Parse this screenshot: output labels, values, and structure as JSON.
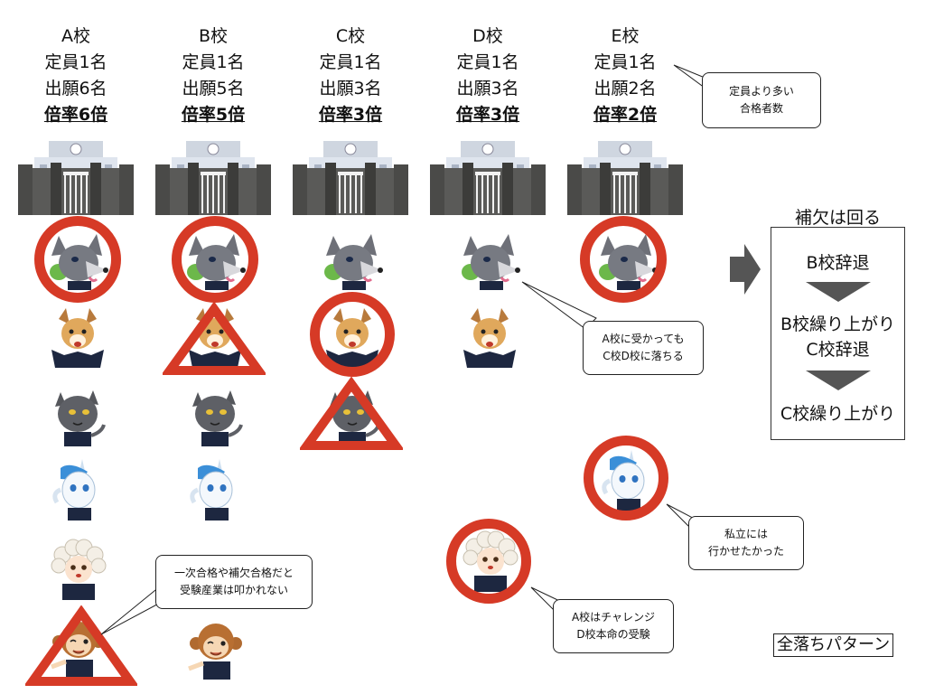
{
  "schools": [
    {
      "name": "A校",
      "capacity": "定員1名",
      "applicants": "出願6名",
      "ratio": "倍率6倍"
    },
    {
      "name": "B校",
      "capacity": "定員1名",
      "applicants": "出願5名",
      "ratio": "倍率5倍"
    },
    {
      "name": "C校",
      "capacity": "定員1名",
      "applicants": "出願3名",
      "ratio": "倍率3倍"
    },
    {
      "name": "D校",
      "capacity": "定員1名",
      "applicants": "出願3名",
      "ratio": "倍率3倍"
    },
    {
      "name": "E校",
      "capacity": "定員1名",
      "applicants": "出願2名",
      "ratio": "倍率2倍"
    }
  ],
  "callouts": {
    "more_passers": {
      "line1": "定員より多い",
      "line2": "合格者数"
    },
    "wolf_fail": {
      "line1": "A校に受かっても",
      "line2": "C校D校に落ちる"
    },
    "no_criticism": {
      "line1": "一次合格や補欠合格だと",
      "line2": "受験産業は叩かれない"
    },
    "private": {
      "line1": "私立には",
      "line2": "行かせたかった"
    },
    "challenge": {
      "line1": "A校はチャレンジ",
      "line2": "D校本命の受験"
    }
  },
  "waitlist": {
    "title": "補欠は回る",
    "step1": "B校辞退",
    "step2": "B校繰り上がり",
    "step3": "C校辞退",
    "step4": "C校繰り上がり"
  },
  "legend": "全落ちパターン",
  "colors": {
    "mark": "#d63a26",
    "arrow": "#555555"
  }
}
